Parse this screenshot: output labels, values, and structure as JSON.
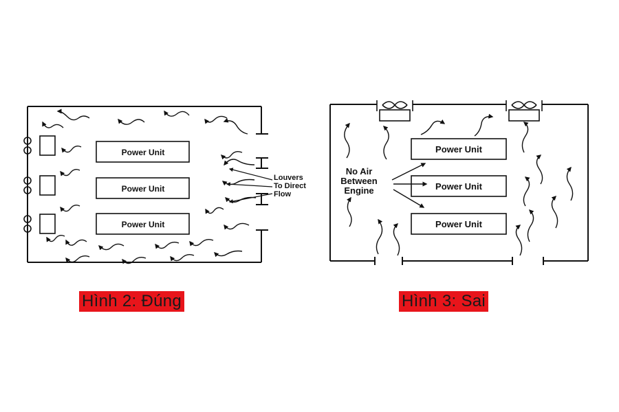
{
  "figure_left": {
    "units": [
      "Power Unit",
      "Power Unit",
      "Power Unit"
    ],
    "louvers_label": [
      "Louvers",
      "To Direct",
      "Flow"
    ],
    "caption": "Hình 2: Đúng"
  },
  "figure_right": {
    "units": [
      "Power Unit",
      "Power Unit",
      "Power Unit"
    ],
    "no_air_label": [
      "No Air",
      "Between",
      "Engine"
    ],
    "caption": "Hình 3: Sai"
  },
  "colors": {
    "caption_background": "#e8151b",
    "caption_text": "#1a1a1a",
    "line": "#111111"
  }
}
